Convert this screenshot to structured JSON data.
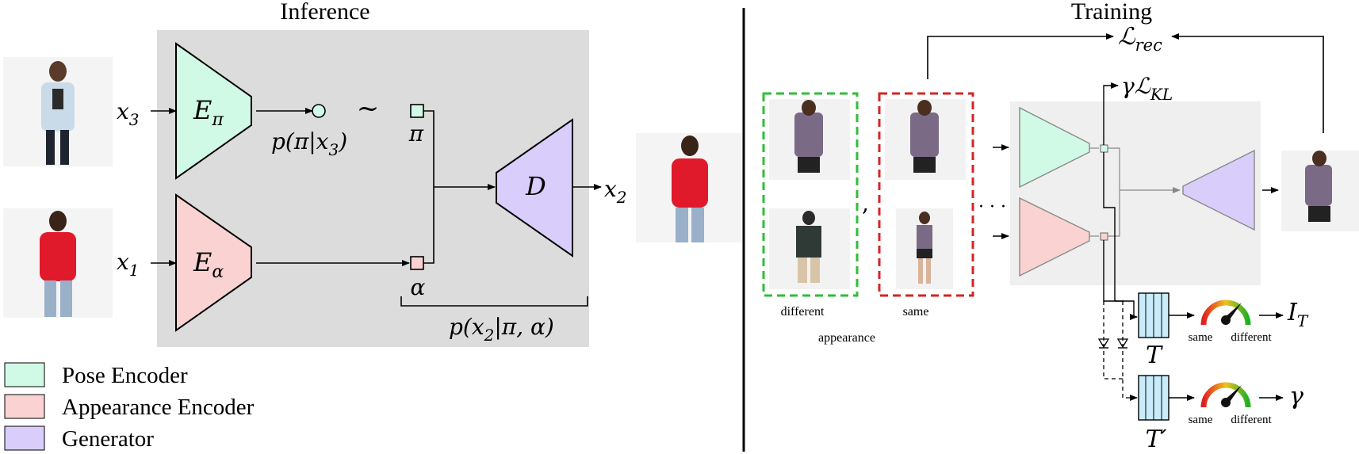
{
  "titles": {
    "inference": "Inference",
    "training": "Training"
  },
  "inference": {
    "inputs": {
      "x3": {
        "var": "x",
        "sub": "3"
      },
      "x1": {
        "var": "x",
        "sub": "1"
      },
      "x2": {
        "var": "x",
        "sub": "2"
      }
    },
    "pose_encoder": {
      "sym": "E",
      "sub": "π"
    },
    "appearance_encoder": {
      "sym": "E",
      "sub": "α"
    },
    "decoder": {
      "sym": "D"
    },
    "tilde": "~",
    "prior_label": "p(π|x",
    "prior_sub": "3",
    "prior_close": ")",
    "pi_label": "π",
    "alpha_label": "α",
    "likelihood_label": "p(x",
    "likelihood_sub": "2",
    "likelihood_rest": "|π, α)"
  },
  "legend": {
    "items": [
      {
        "label": "Pose Encoder",
        "color": "#d1fae6"
      },
      {
        "label": "Appearance Encoder",
        "color": "#fbd2d2"
      },
      {
        "label": "Generator",
        "color": "#d9cefb"
      }
    ]
  },
  "training": {
    "loss_rec_symbol": "ℒ",
    "loss_rec_sub": "rec",
    "loss_kl_gamma": "γ",
    "loss_kl_symbol": "ℒ",
    "loss_kl_sub": "KL",
    "comma": ",",
    "ellipsis": "· · ·",
    "pair_labels": {
      "different": "different",
      "same": "same",
      "appearance": "appearance"
    },
    "gauge_labels": {
      "same": "same",
      "different": "different"
    },
    "output_IT_var": "I",
    "output_IT_sub": "T",
    "output_gamma": "γ",
    "T_label": "T",
    "Tprime_label": "T′"
  },
  "colors": {
    "pose": "#d1fae6",
    "appearance": "#fbd2d2",
    "generator": "#d9cefb",
    "panel": "#dcdcdc",
    "panel_light": "#efefef",
    "green_dash": "#2fbd3a",
    "red_dash": "#d42424",
    "transformer": "#c9ecfa"
  }
}
